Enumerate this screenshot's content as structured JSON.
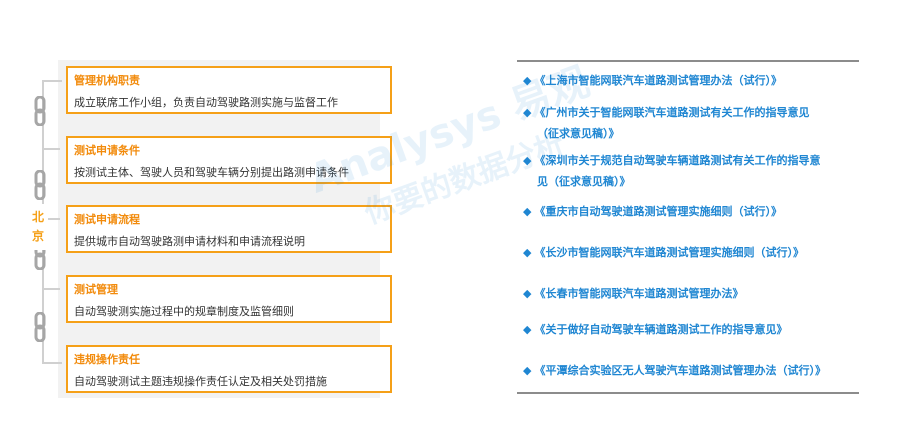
{
  "left": {
    "city": [
      "北",
      "京"
    ],
    "cards": [
      {
        "title": "管理机构职责",
        "desc": "成立联席工作小组，负责自动驾驶路测实施与监督工作"
      },
      {
        "title": "测试申请条件",
        "desc": "按测试主体、驾驶人员和驾驶车辆分别提出路测申请条件"
      },
      {
        "title": "测试申请流程",
        "desc": "提供城市自动驾驶路测申请材料和申请流程说明"
      },
      {
        "title": "测试管理",
        "desc": "自动驾驶测实施过程中的规章制度及监管细则"
      },
      {
        "title": "违规操作责任",
        "desc": "自动驾驶测试主题违规操作责任认定及相关处罚措施"
      }
    ]
  },
  "right": {
    "bullet": "◆",
    "regulations": [
      [
        "《上海市智能网联汽车道路测试管理办法（试行）》"
      ],
      [
        "《广州市关于智能网联汽车道路测试有关工作的指导意见",
        "（征求意见稿）》"
      ],
      [
        "《深圳市关于规范自动驾驶车辆道路测试有关工作的指导意",
        "见（征求意见稿）》"
      ],
      [
        "《重庆市自动驾驶道路测试管理实施细则（试行）》"
      ],
      [
        "《长沙市智能网联汽车道路测试管理实施细则（试行）》"
      ],
      [
        "《长春市智能网联汽车道路测试管理办法》"
      ],
      [
        "《关于做好自动驾驶车辆道路测试工作的指导意见》"
      ],
      [
        "《平潭综合实验区无人驾驶汽车道路测试管理办法（试行）》"
      ]
    ]
  },
  "watermark": {
    "line1": "Analysys 易观",
    "line2": "你要的数据分析"
  },
  "colors": {
    "accent_orange": "#f5a018",
    "title_orange": "#f28b0c",
    "reg_blue": "#1f86d2",
    "panel_gray": "#f2f2f2"
  }
}
